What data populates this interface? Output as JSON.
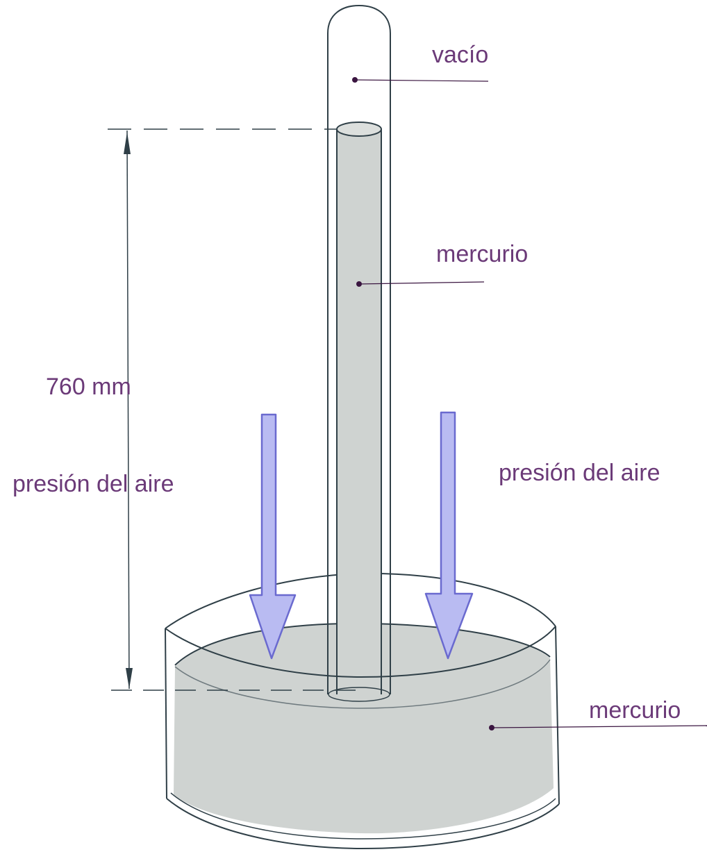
{
  "labels": {
    "vacuum": "vacío",
    "column_mercury": "mercurio",
    "height": "760 mm",
    "air_pressure_left": "presión del aire",
    "air_pressure_right": "presión del aire",
    "dish_mercury": "mercurio"
  },
  "colors": {
    "label_text": "#6b3a78",
    "mercury": "#cfd3d1",
    "arrow_fill": "#b9bbf2",
    "arrow_stroke": "#6a6acf",
    "outline": "#2f3f47",
    "leader_dot": "#3a1540"
  }
}
